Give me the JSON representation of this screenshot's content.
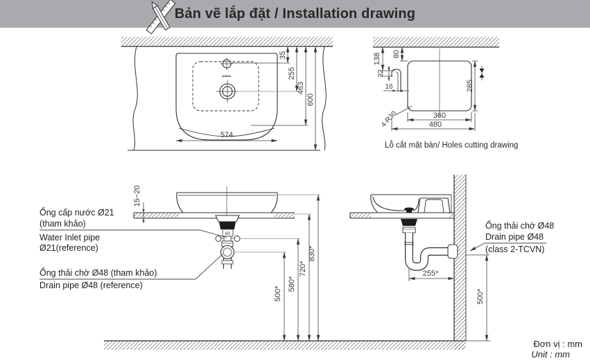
{
  "header": {
    "title": "Bản vẽ lắp đặt / Installation drawing",
    "icon": "drafting-pencil-ruler-icon",
    "bg_color": "#a8aaad"
  },
  "top_view": {
    "dim_35": "35",
    "dim_255": "255",
    "dim_463": "463",
    "dim_600": "600",
    "dim_574": "574"
  },
  "holes_view": {
    "caption": "Lỗ cắt mặt bàn/ Holes cutting drawing",
    "dim_138": "138",
    "dim_80": "80",
    "dim_32": "32",
    "dim_16": "16",
    "dim_285": "285",
    "dim_360": "360",
    "dim_480": "480",
    "dim_r30": "4-R30"
  },
  "side_view": {
    "dim_15_20": "15~20",
    "dim_60": "60",
    "dim_500": "500*",
    "dim_580": "580*",
    "dim_720": "720*",
    "dim_830": "830*",
    "label_supply_vi_1": "Ống cấp nước Ø21",
    "label_supply_vi_2": "(tham khảo)",
    "label_supply_en_1": "Water Inlet pipe",
    "label_supply_en_2": "Ø21(reference)",
    "label_drain_vi": "Ống thải chờ Ø48 (tham khảo)",
    "label_drain_en": "Drain pipe Ø48 (reference)"
  },
  "wall_view": {
    "dim_255": "255*",
    "dim_500": "500*",
    "label_1": "Ống thải chờ Ø48",
    "label_2": "Drain pipe Ø48",
    "label_3": "(class 2-TCVN)"
  },
  "footer": {
    "unit_vi": "Đơn vị : mm",
    "unit_en": "Unit : mm"
  },
  "colors": {
    "line": "#2f2f2f",
    "dim_line": "#3d3d3d",
    "ref_line": "#8f8f8f"
  }
}
